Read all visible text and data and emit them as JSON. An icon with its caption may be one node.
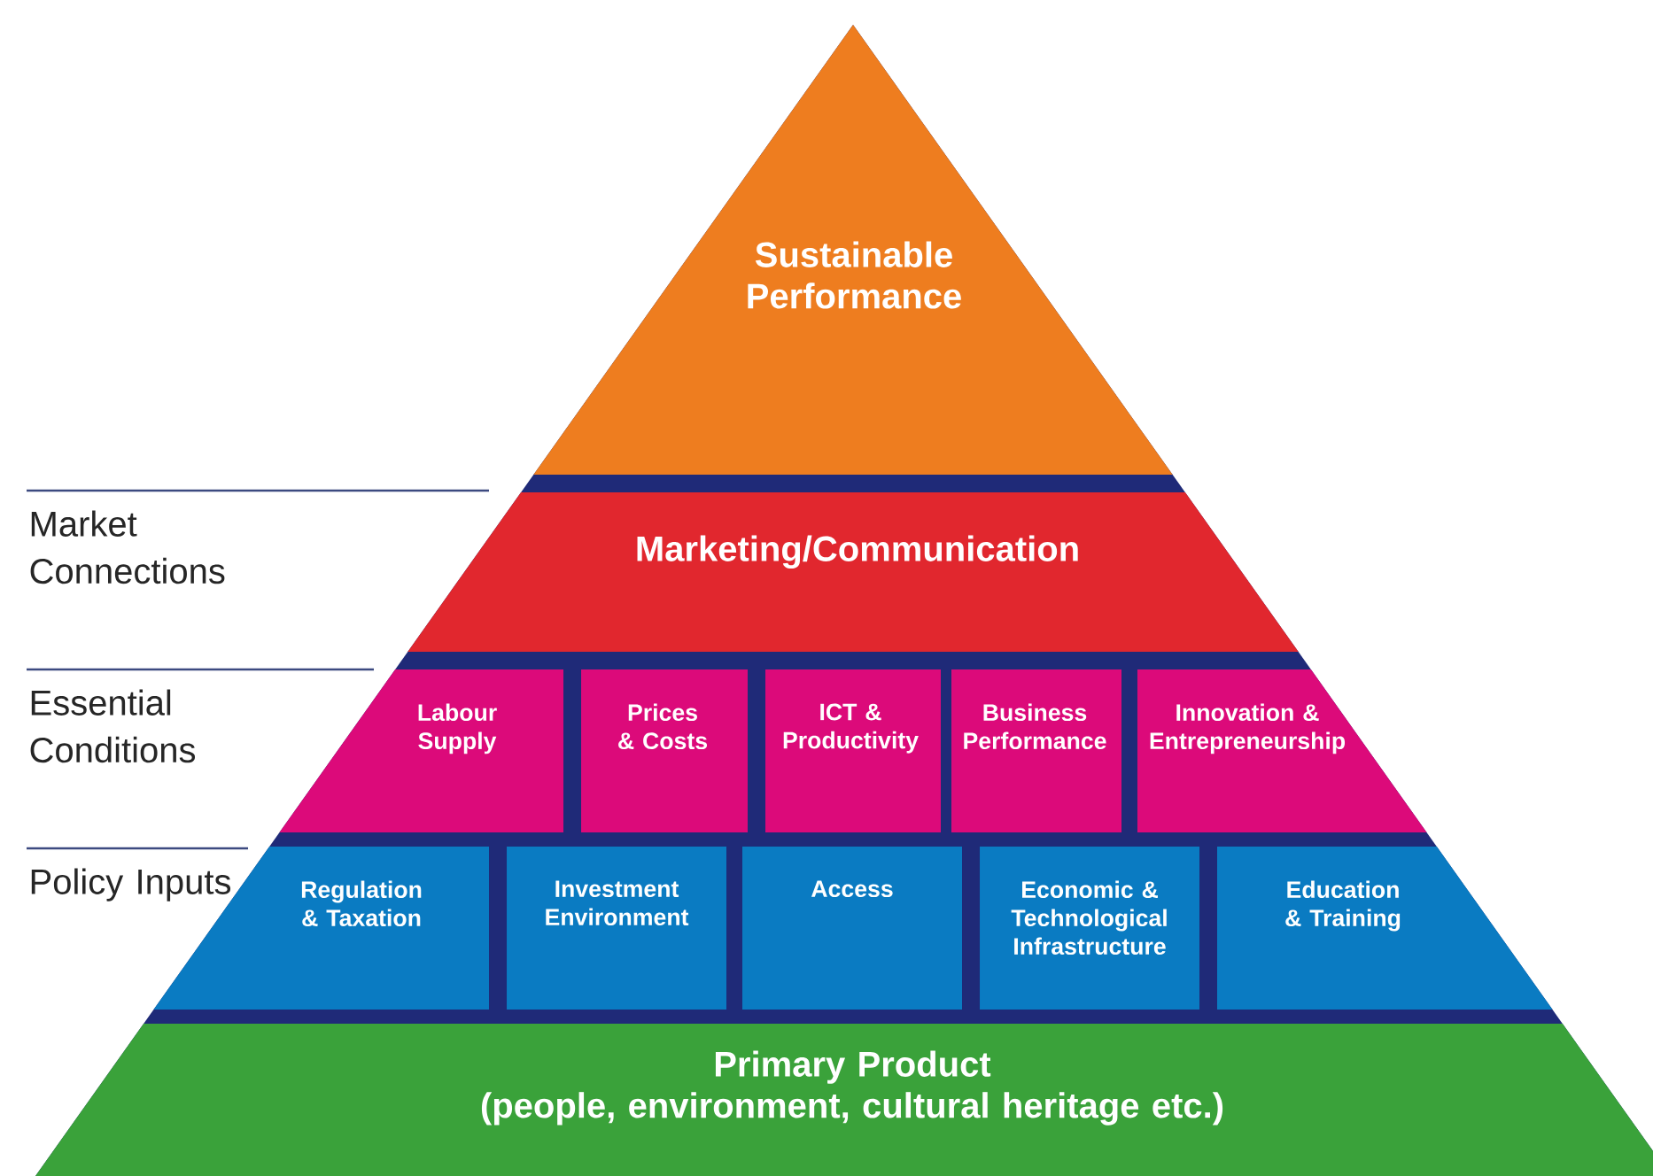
{
  "diagram": {
    "nodes": [
      {
        "text": [
          "Sustainable Performance"
        ]
      },
      {
        "text": [
          "Marketing/Communication"
        ]
      },
      {
        "text": [
          "Labour Supply"
        ]
      },
      {
        "text": [
          "Prices & Costs"
        ]
      },
      {
        "text": [
          "ICT & Productivity"
        ]
      },
      {
        "text": [
          "Business Performance"
        ]
      },
      {
        "text": [
          "Innovation & Entrepreneurship"
        ]
      },
      {
        "text": [
          "Regulation & Taxation"
        ]
      },
      {
        "text": [
          "Investment Environment"
        ]
      },
      {
        "text": [
          "Access"
        ]
      },
      {
        "text": [
          "Economic & Technological Infrastructure"
        ]
      },
      {
        "text": [
          "Education & Training"
        ]
      },
      {
        "text": [
          "Primary Product",
          "(people, environment, cultural heritage etc.)"
        ]
      }
    ],
    "labels": [
      "Market Connections",
      "Essential Conditions",
      "Policy Inputs"
    ]
  }
}
